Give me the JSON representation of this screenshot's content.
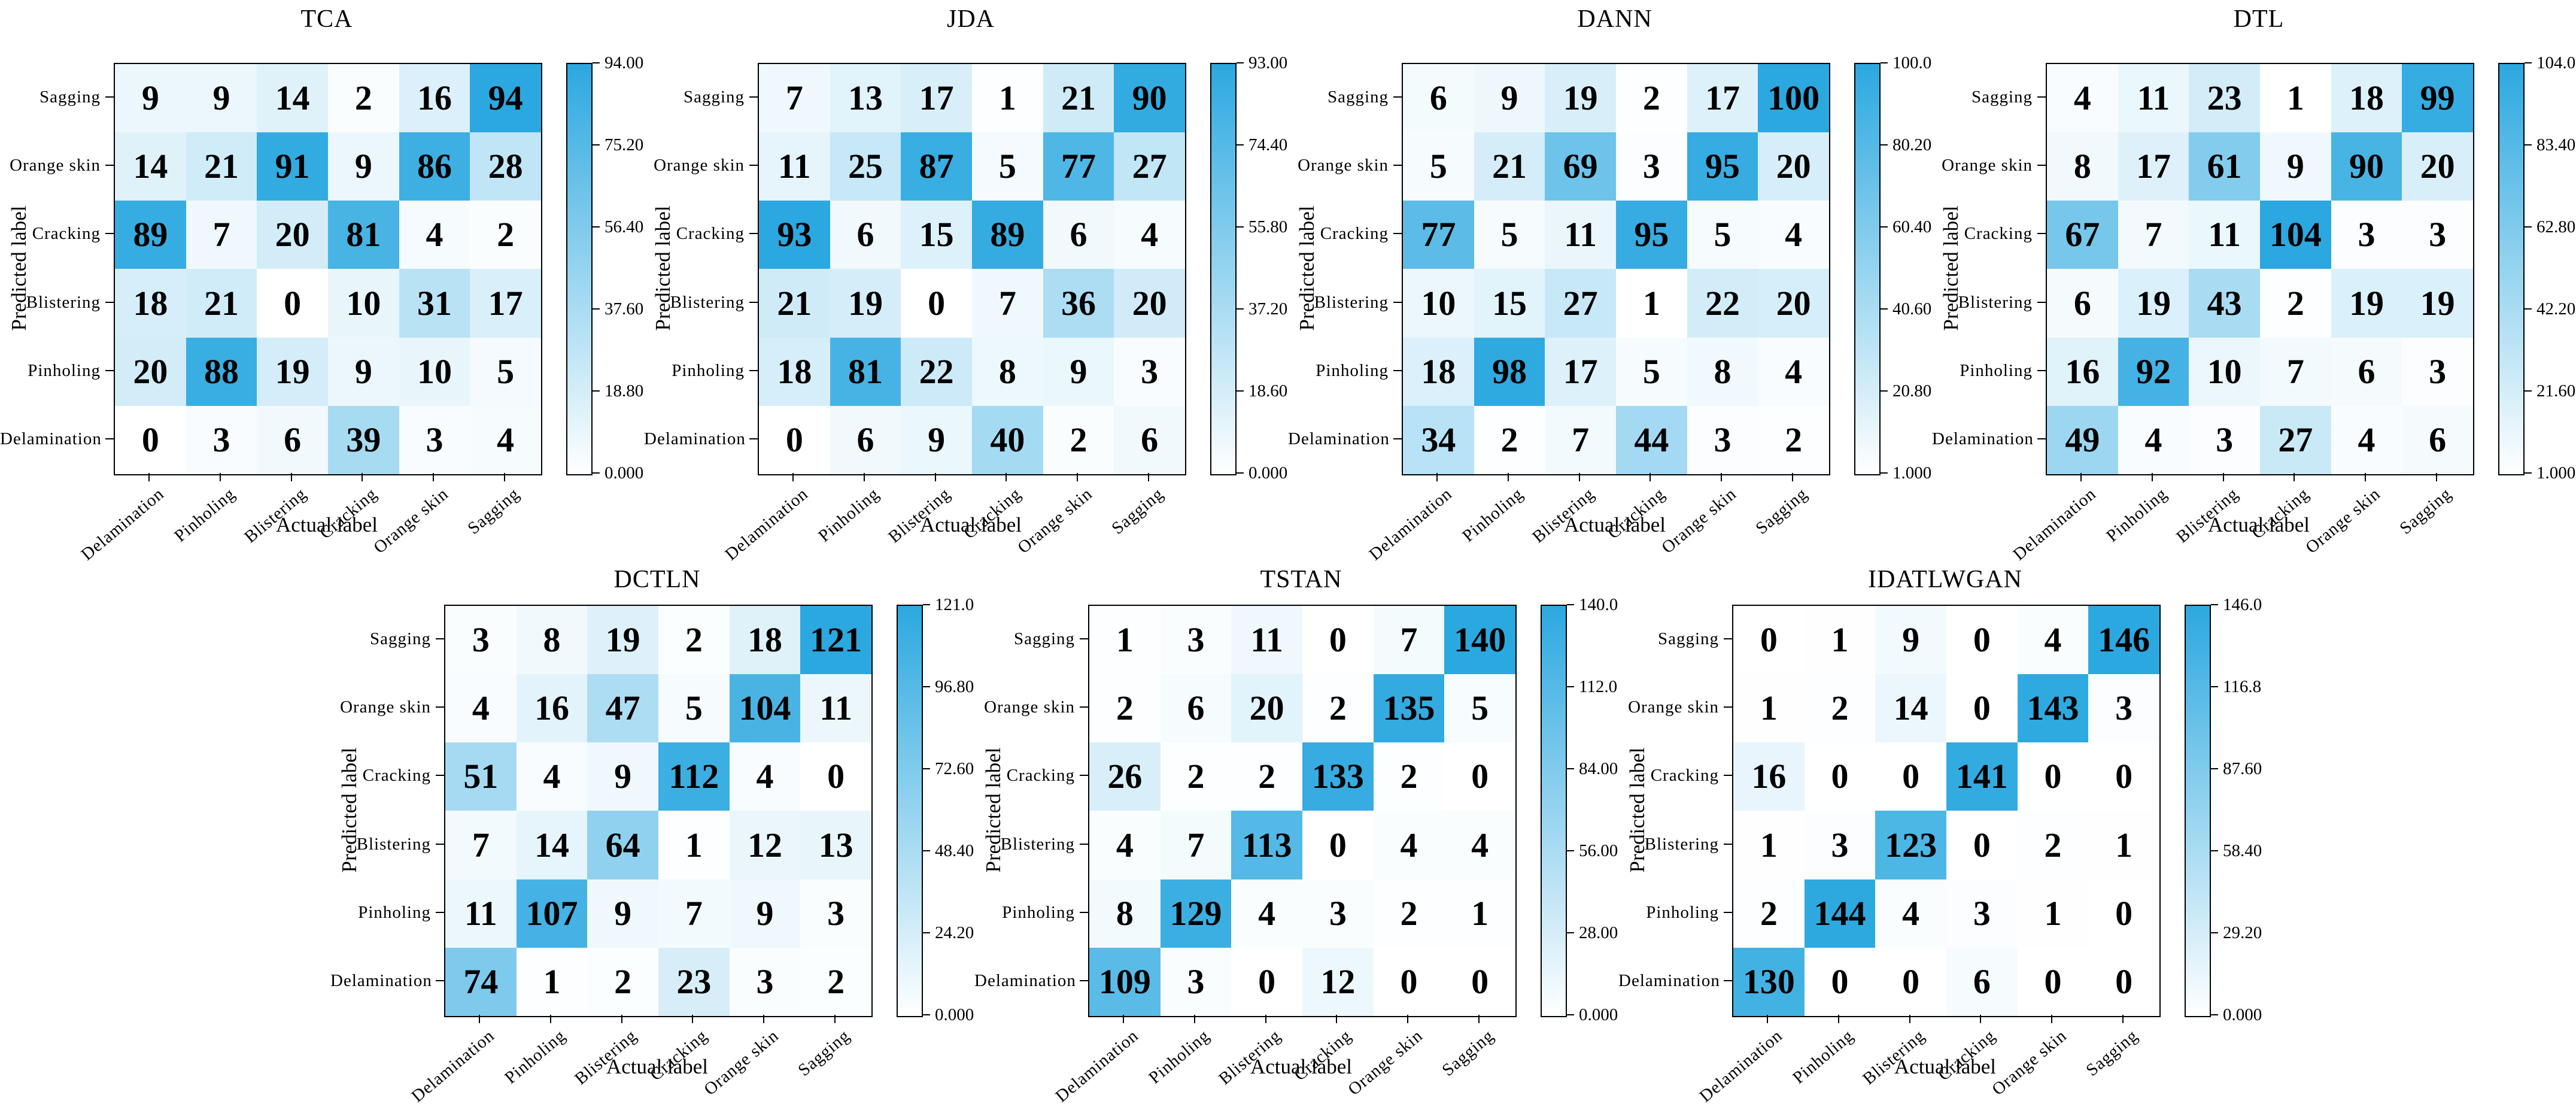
{
  "figure": {
    "description": "Confusion matrices of seven transfer learning methods",
    "background": "#ffffff"
  },
  "colors": {
    "high": "#2BA8E0",
    "low": "#FFFFFF",
    "border": "#000000",
    "text": "#000000"
  },
  "chart_data": [
    {
      "type": "heatmap",
      "title": "TCA",
      "xlabel": "Actual label",
      "ylabel": "Predicted label",
      "rows": [
        "Sagging",
        "Orange skin",
        "Cracking",
        "Blistering",
        "Pinholing",
        "Delamination"
      ],
      "columns": [
        "Delamination",
        "Pinholing",
        "Blistering",
        "Cracking",
        "Orange skin",
        "Sagging"
      ],
      "values": [
        [
          9,
          9,
          14,
          2,
          16,
          94
        ],
        [
          14,
          21,
          91,
          9,
          86,
          28
        ],
        [
          89,
          7,
          20,
          81,
          4,
          2
        ],
        [
          18,
          21,
          0,
          10,
          31,
          17
        ],
        [
          20,
          88,
          19,
          9,
          10,
          5
        ],
        [
          0,
          3,
          6,
          39,
          3,
          4
        ]
      ],
      "vmin": 0,
      "vmax": 94,
      "colorbar_ticks": [
        "94.00",
        "75.20",
        "56.40",
        "37.60",
        "18.80",
        "0.000"
      ]
    },
    {
      "type": "heatmap",
      "title": "JDA",
      "xlabel": "Actual label",
      "ylabel": "Predicted label",
      "rows": [
        "Sagging",
        "Orange skin",
        "Cracking",
        "Blistering",
        "Pinholing",
        "Delamination"
      ],
      "columns": [
        "Delamination",
        "Pinholing",
        "Blistering",
        "Cracking",
        "Orange skin",
        "Sagging"
      ],
      "values": [
        [
          7,
          13,
          17,
          1,
          21,
          90
        ],
        [
          11,
          25,
          87,
          5,
          77,
          27
        ],
        [
          93,
          6,
          15,
          89,
          6,
          4
        ],
        [
          21,
          19,
          0,
          7,
          36,
          20
        ],
        [
          18,
          81,
          22,
          8,
          9,
          3
        ],
        [
          0,
          6,
          9,
          40,
          2,
          6
        ]
      ],
      "vmin": 0,
      "vmax": 93,
      "colorbar_ticks": [
        "93.00",
        "74.40",
        "55.80",
        "37.20",
        "18.60",
        "0.000"
      ]
    },
    {
      "type": "heatmap",
      "title": "DANN",
      "xlabel": "Actual label",
      "ylabel": "Predicted label",
      "rows": [
        "Sagging",
        "Orange skin",
        "Cracking",
        "Blistering",
        "Pinholing",
        "Delamination"
      ],
      "columns": [
        "Delamination",
        "Pinholing",
        "Blistering",
        "Cracking",
        "Orange skin",
        "Sagging"
      ],
      "values": [
        [
          6,
          9,
          19,
          2,
          17,
          100
        ],
        [
          5,
          21,
          69,
          3,
          95,
          20
        ],
        [
          77,
          5,
          11,
          95,
          5,
          4
        ],
        [
          10,
          15,
          27,
          1,
          22,
          20
        ],
        [
          18,
          98,
          17,
          5,
          8,
          4
        ],
        [
          34,
          2,
          7,
          44,
          3,
          2
        ]
      ],
      "vmin": 1,
      "vmax": 100,
      "colorbar_ticks": [
        "100.0",
        "80.20",
        "60.40",
        "40.60",
        "20.80",
        "1.000"
      ]
    },
    {
      "type": "heatmap",
      "title": "DTL",
      "xlabel": "Actual label",
      "ylabel": "Predicted label",
      "rows": [
        "Sagging",
        "Orange skin",
        "Cracking",
        "Blistering",
        "Pinholing",
        "Delamination"
      ],
      "columns": [
        "Delamination",
        "Pinholing",
        "Blistering",
        "Cracking",
        "Orange skin",
        "Sagging"
      ],
      "values": [
        [
          4,
          11,
          23,
          1,
          18,
          99
        ],
        [
          8,
          17,
          61,
          9,
          90,
          20
        ],
        [
          67,
          7,
          11,
          104,
          3,
          3
        ],
        [
          6,
          19,
          43,
          2,
          19,
          19
        ],
        [
          16,
          92,
          10,
          7,
          6,
          3
        ],
        [
          49,
          4,
          3,
          27,
          4,
          6
        ]
      ],
      "vmin": 1,
      "vmax": 104,
      "colorbar_ticks": [
        "104.0",
        "83.40",
        "62.80",
        "42.20",
        "21.60",
        "1.000"
      ]
    },
    {
      "type": "heatmap",
      "title": "DCTLN",
      "xlabel": "Actual label",
      "ylabel": "Predicted label",
      "rows": [
        "Sagging",
        "Orange skin",
        "Cracking",
        "Blistering",
        "Pinholing",
        "Delamination"
      ],
      "columns": [
        "Delamination",
        "Pinholing",
        "Blistering",
        "Cracking",
        "Orange skin",
        "Sagging"
      ],
      "values": [
        [
          3,
          8,
          19,
          2,
          18,
          121
        ],
        [
          4,
          16,
          47,
          5,
          104,
          11
        ],
        [
          51,
          4,
          9,
          112,
          4,
          0
        ],
        [
          7,
          14,
          64,
          1,
          12,
          13
        ],
        [
          11,
          107,
          9,
          7,
          9,
          3
        ],
        [
          74,
          1,
          2,
          23,
          3,
          2
        ]
      ],
      "vmin": 0,
      "vmax": 121,
      "colorbar_ticks": [
        "121.0",
        "96.80",
        "72.60",
        "48.40",
        "24.20",
        "0.000"
      ]
    },
    {
      "type": "heatmap",
      "title": "TSTAN",
      "xlabel": "Actual label",
      "ylabel": "Predicted label",
      "rows": [
        "Sagging",
        "Orange skin",
        "Cracking",
        "Blistering",
        "Pinholing",
        "Delamination"
      ],
      "columns": [
        "Delamination",
        "Pinholing",
        "Blistering",
        "Cracking",
        "Orange skin",
        "Sagging"
      ],
      "values": [
        [
          1,
          3,
          11,
          0,
          7,
          140
        ],
        [
          2,
          6,
          20,
          2,
          135,
          5
        ],
        [
          26,
          2,
          2,
          133,
          2,
          0
        ],
        [
          4,
          7,
          113,
          0,
          4,
          4
        ],
        [
          8,
          129,
          4,
          3,
          2,
          1
        ],
        [
          109,
          3,
          0,
          12,
          0,
          0
        ]
      ],
      "vmin": 0,
      "vmax": 140,
      "colorbar_ticks": [
        "140.0",
        "112.0",
        "84.00",
        "56.00",
        "28.00",
        "0.000"
      ]
    },
    {
      "type": "heatmap",
      "title": "IDATLWGAN",
      "xlabel": "Actual label",
      "ylabel": "Predicted label",
      "rows": [
        "Sagging",
        "Orange skin",
        "Cracking",
        "Blistering",
        "Pinholing",
        "Delamination"
      ],
      "columns": [
        "Delamination",
        "Pinholing",
        "Blistering",
        "Cracking",
        "Orange skin",
        "Sagging"
      ],
      "values": [
        [
          0,
          1,
          9,
          0,
          4,
          146
        ],
        [
          1,
          2,
          14,
          0,
          143,
          3
        ],
        [
          16,
          0,
          0,
          141,
          0,
          0
        ],
        [
          1,
          3,
          123,
          0,
          2,
          1
        ],
        [
          2,
          144,
          4,
          3,
          1,
          0
        ],
        [
          130,
          0,
          0,
          6,
          0,
          0
        ]
      ],
      "vmin": 0,
      "vmax": 146,
      "colorbar_ticks": [
        "146.0",
        "116.8",
        "87.60",
        "58.40",
        "29.20",
        "0.000"
      ]
    }
  ]
}
